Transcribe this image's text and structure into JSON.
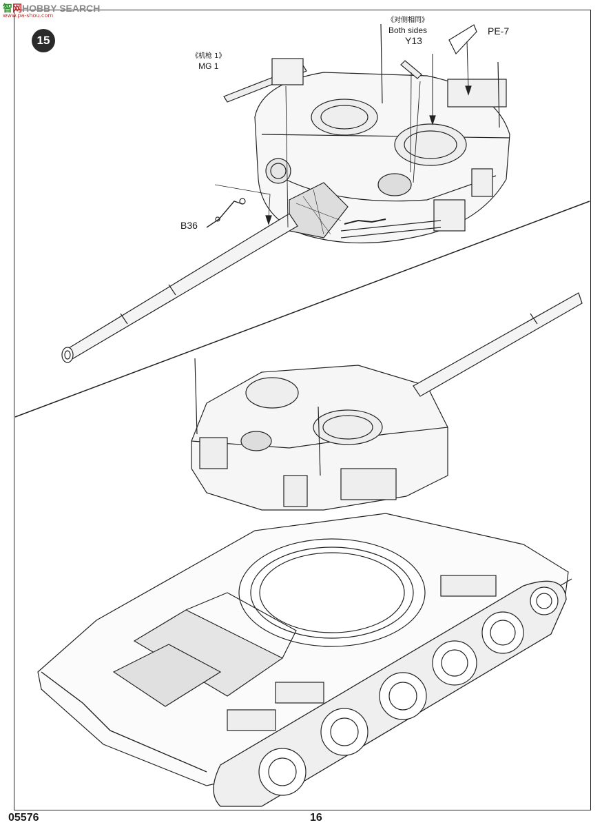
{
  "watermark": {
    "part_a": "智",
    "part_b": "网",
    "part_c": "HOBBY SEARCH",
    "sub": "www.pa-shou.com"
  },
  "step_number": "15",
  "labels": {
    "mg1_cn": "《机枪 1》",
    "mg1": "MG 1",
    "both_sides_cn": "《对侧相同》",
    "both_sides": "Both sides",
    "y13": "Y13",
    "pe7": "PE-7",
    "b36": "B36"
  },
  "footer": {
    "product_code": "05576",
    "page_number": "16"
  }
}
